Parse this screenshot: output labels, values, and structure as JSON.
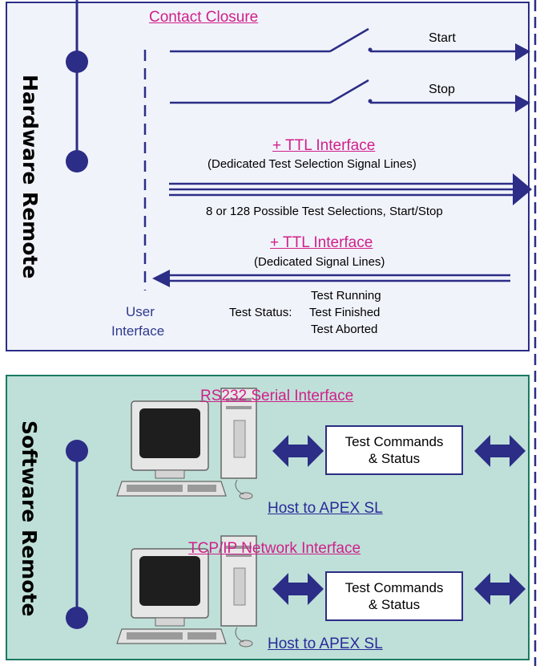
{
  "hardware": {
    "title": "Hardware Remote",
    "contact_closure": "Contact Closure",
    "start": "Start",
    "stop": "Stop",
    "ttl1_title": "+ TTL Interface",
    "ttl1_sub": "(Dedicated Test Selection Signal Lines)",
    "ttl1_note": "8 or 128 Possible Test Selections, Start/Stop",
    "ttl2_title": "+ TTL Interface",
    "ttl2_sub": "(Dedicated Signal Lines)",
    "test_status_label": "Test Status:",
    "status_running": "Test Running",
    "status_finished": "Test Finished",
    "status_aborted": "Test Aborted",
    "user_label": "User",
    "interface_label": "Interface"
  },
  "software": {
    "title": "Software Remote",
    "rs232_title": "RS232 Serial Interface",
    "tcpip_title": "TCP/IP Network Interface",
    "cmd_line1": "Test  Commands",
    "cmd_line2": "& Status",
    "host_link": "Host to APEX SL"
  },
  "colors": {
    "navy": "#2b2d86",
    "magenta": "#d0208a",
    "hw_bg": "#f1f3fb",
    "sw_bg": "#bfe0d8",
    "sw_border": "#1a7a62"
  }
}
